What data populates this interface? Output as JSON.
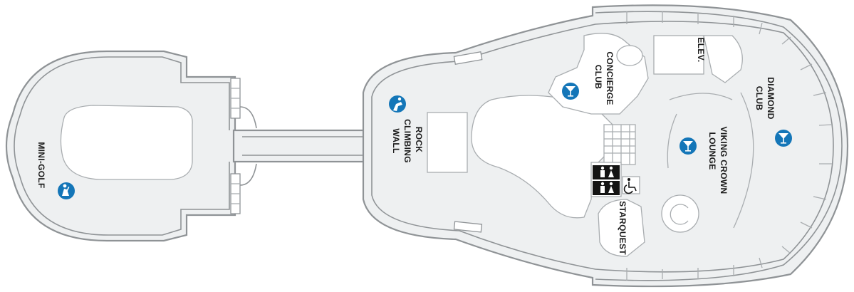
{
  "labels": {
    "mini_golf": "MINI-GOLF",
    "rock_climbing_1": "ROCK",
    "rock_climbing_2": "CLIMBING",
    "rock_climbing_3": "WALL",
    "concierge_1": "CONCIERGE",
    "concierge_2": "CLUB",
    "elevator": "ELEV.",
    "diamond_1": "DIAMOND",
    "diamond_2": "CLUB",
    "viking_1": "VIKING CROWN",
    "viking_2": "LOUNGE",
    "starquest": "STARQUEST"
  },
  "icons": {
    "bar": "cocktail-glass-icon",
    "rock_climbing": "climber-icon",
    "mini_golf": "golfer-icon",
    "restrooms": "restroom-icon",
    "accessible": "wheelchair-icon"
  },
  "colors": {
    "icon_blue": "#1476b8",
    "hull_outline": "#8f9396",
    "deck_fill": "#eef0f1"
  }
}
